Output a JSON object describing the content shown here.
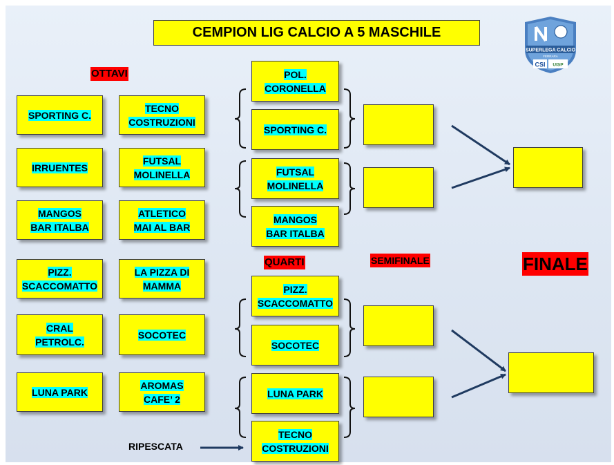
{
  "title": "CEMPION LIG CALCIO A 5 MASCHILE",
  "logo": {
    "top_text": "SUPERLEGA CALCIO",
    "sub_text": "FERRARA",
    "mark": "CSI",
    "mark2": "UISP"
  },
  "labels": {
    "ottavi": "OTTAVI",
    "quarti": "QUARTI",
    "semifinale": "SEMIFINALE",
    "finale": "FINALE",
    "ripescata": "RIPESCATA"
  },
  "ottavi": {
    "left": [
      [
        "SPORTING C."
      ],
      [
        "IRRUENTES"
      ],
      [
        "MANGOS",
        "BAR ITALBA"
      ],
      [
        "PIZZ.",
        "SCACCOMATTO"
      ],
      [
        "CRAL",
        "PETROLC."
      ],
      [
        "LUNA PARK"
      ]
    ],
    "right": [
      [
        "TECNO",
        "COSTRUZIONI"
      ],
      [
        "FUTSAL",
        "MOLINELLA"
      ],
      [
        "ATLETICO",
        "MAI AL BAR"
      ],
      [
        "LA PIZZA DI",
        "MAMMA"
      ],
      [
        "SOCOTEC"
      ],
      [
        "AROMAS",
        "CAFE’ 2"
      ]
    ]
  },
  "quarti": [
    [
      "POL.",
      "CORONELLA"
    ],
    [
      "SPORTING C."
    ],
    [
      "FUTSAL",
      "MOLINELLA"
    ],
    [
      "MANGOS",
      "BAR ITALBA"
    ],
    [
      "PIZZ.",
      "SCACCOMATTO"
    ],
    [
      "SOCOTEC"
    ],
    [
      "LUNA PARK"
    ],
    [
      "TECNO",
      "COSTRUZIONI"
    ]
  ],
  "semifinale": [
    "",
    "",
    "",
    ""
  ],
  "finale": [
    "",
    ""
  ],
  "colors": {
    "box": "#ffff00",
    "highlight": "#00ffff",
    "label": "#ff0000",
    "arrow": "#1f3a60"
  }
}
